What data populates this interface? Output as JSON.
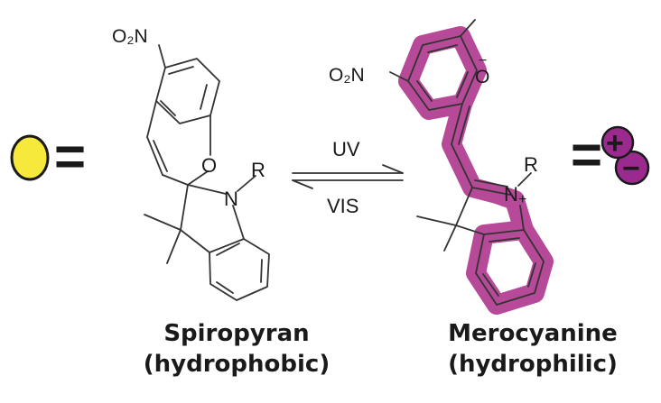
{
  "colors": {
    "hydrophobic_ball": "#f7e93b",
    "hydrophobic_ball_stroke": "#1a1a1a",
    "merocyanine_highlight": "#b64a98",
    "charge_ball": "#9a2a8d",
    "bond": "#333333"
  },
  "left_molecule": {
    "name": "Spiropyran",
    "property": "(hydrophobic)",
    "nitro_label": "O₂N",
    "oxygen_label": "O",
    "nitrogen_label": "N",
    "r_label": "R"
  },
  "right_molecule": {
    "name": "Merocyanine",
    "property": "(hydrophilic)",
    "nitro_label": "O₂N",
    "oxide_label": "O",
    "oxide_charge": "−",
    "nitrogen_label": "N",
    "nitrogen_charge": "+",
    "r_label": "R"
  },
  "arrows": {
    "forward_label": "UV",
    "reverse_label": "VIS"
  },
  "legend": {
    "left_equals": "=",
    "right_equals": "=",
    "plus_sign": "+",
    "minus_sign": "−"
  }
}
